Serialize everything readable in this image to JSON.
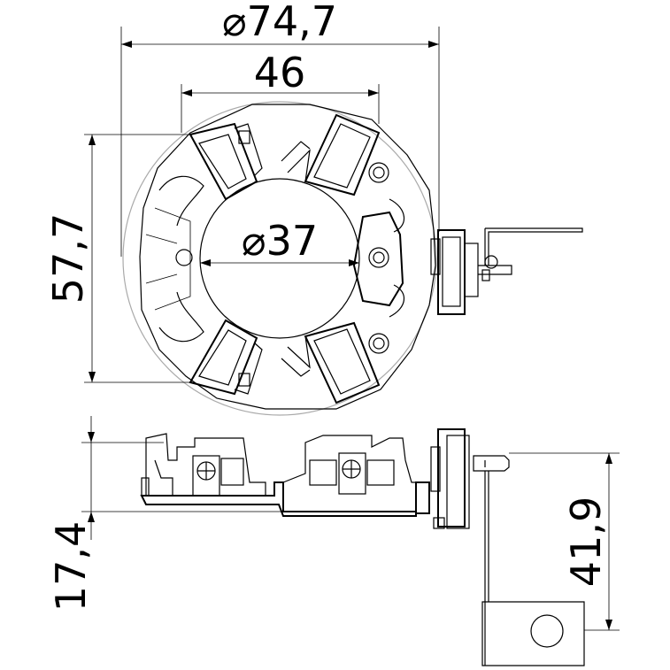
{
  "dimensions": {
    "outer_diameter": "⌀74,7",
    "width_46": "46",
    "height_57": "57,7",
    "inner_diameter": "⌀37",
    "side_height": "17,4",
    "terminal_height": "41,9"
  }
}
